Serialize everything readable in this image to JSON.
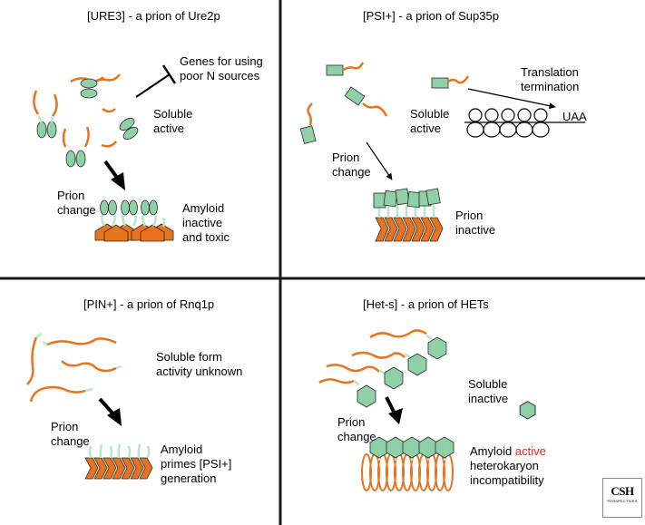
{
  "panels": {
    "ure3": {
      "title": "[URE3] - a prion of Ure2p",
      "genes_label": [
        "Genes for using",
        "poor N sources"
      ],
      "soluble_label": [
        "Soluble",
        "active"
      ],
      "prion_change_label": [
        "Prion",
        "change"
      ],
      "amyloid_label": [
        "Amyloid",
        "inactive",
        "and toxic"
      ]
    },
    "psi": {
      "title": "[PSI+] - a prion of Sup35p",
      "translation_label": [
        "Translation",
        "termination"
      ],
      "uaa_label": "UAA",
      "soluble_label": [
        "Soluble",
        "active"
      ],
      "prion_change_label": [
        "Prion",
        "change"
      ],
      "prion_inactive_label": [
        "Prion",
        "inactive"
      ]
    },
    "pin": {
      "title": "[PIN+] - a prion of Rnq1p",
      "soluble_label": [
        "Soluble form",
        "activity unknown"
      ],
      "prion_change_label": [
        "Prion",
        "change"
      ],
      "amyloid_label": [
        "Amyloid",
        "primes [PSI+]",
        "generation"
      ]
    },
    "hets": {
      "title": "[Het-s] - a prion of HETs",
      "soluble_label": [
        "Soluble",
        "inactive"
      ],
      "prion_change_label": [
        "Prion",
        "change"
      ],
      "amyloid_word": "Amyloid",
      "active_word": "active",
      "amyloid_rest": [
        "heterokaryon",
        "incompatibility"
      ]
    }
  },
  "logo": {
    "main": "CSH",
    "sub": "PERSPECTIVES"
  },
  "colors": {
    "orange": "#e8731e",
    "green_fill": "#8fd0a8",
    "green_light": "#b8e6c8",
    "divider": "#1a1a1a",
    "red": "#e8291c"
  }
}
